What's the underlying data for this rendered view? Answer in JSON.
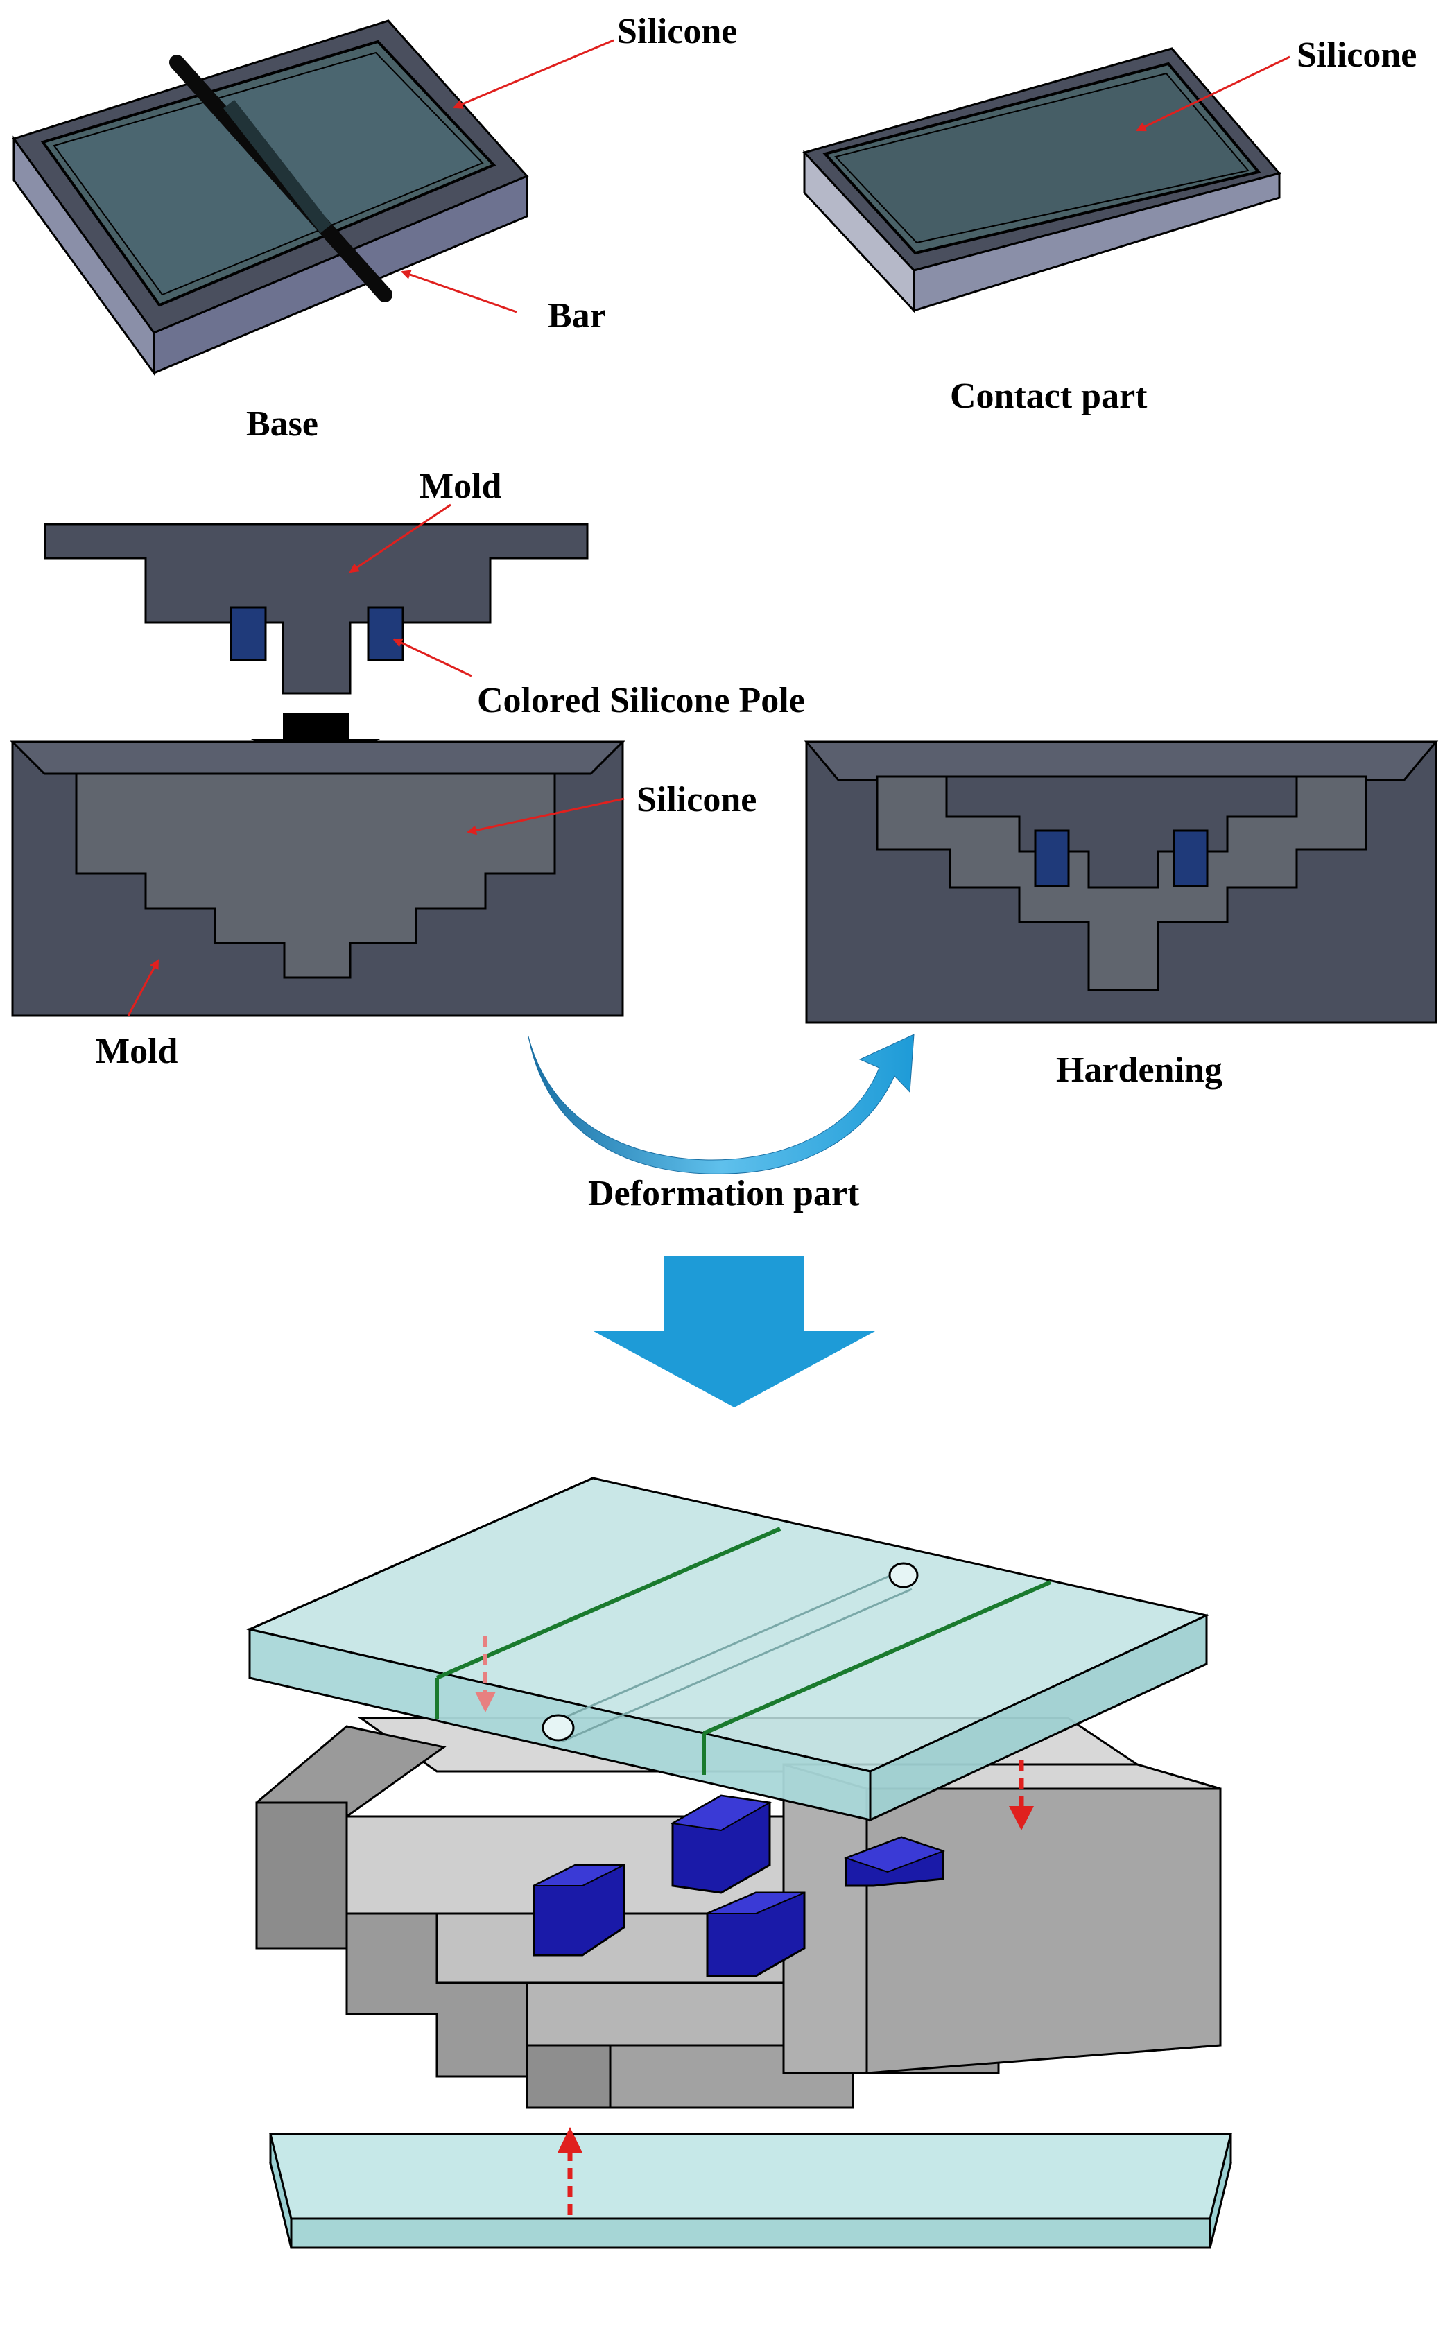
{
  "labels": {
    "base_silicone": "Silicone",
    "bar": "Bar",
    "base": "Base",
    "contact_silicone": "Silicone",
    "contact_part": "Contact part",
    "mold_top": "Mold",
    "colored_pole": "Colored Silicone  Pole",
    "mold_silicone": "Silicone",
    "mold_bottom": "Mold",
    "hardening": "Hardening",
    "deformation_part": "Deformation part"
  },
  "colors": {
    "mold": "#4a4f5e",
    "silicone_gray": "#60656e",
    "pole_blue": "#1f3a7a",
    "tray_silicone": "#4a6268",
    "glass": "#bfe3e3",
    "cube_blue": "#1a1aa8",
    "block_gray": "#b5b5b5",
    "arrow_blue": "#1e9bd7",
    "leader_red": "#e0201e",
    "green_line": "#1a7a2e"
  }
}
